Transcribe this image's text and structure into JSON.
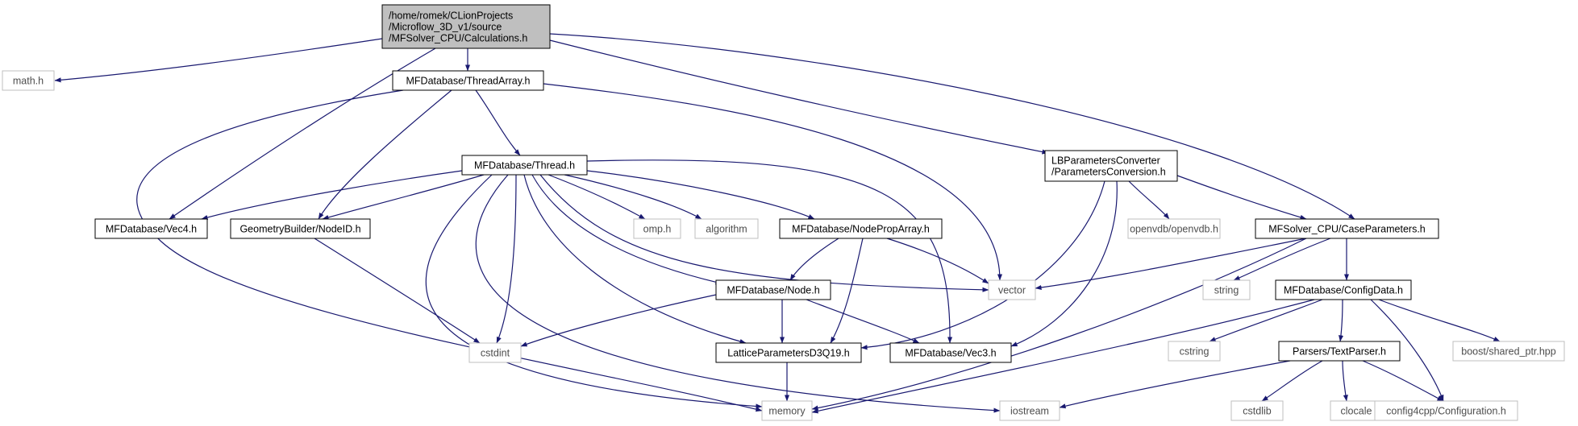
{
  "nodes": [
    {
      "id": "calc",
      "kind": "main",
      "lines": [
        "/home/romek/CLionProjects",
        "/Microflow_3D_v1/source",
        "/MFSolver_CPU/Calculations.h"
      ]
    },
    {
      "id": "math",
      "kind": "ext",
      "lines": [
        "math.h"
      ]
    },
    {
      "id": "threadarray",
      "kind": "local",
      "lines": [
        "MFDatabase/ThreadArray.h"
      ]
    },
    {
      "id": "lbparams",
      "kind": "local",
      "lines": [
        "LBParametersConverter",
        "/ParametersConversion.h"
      ]
    },
    {
      "id": "thread",
      "kind": "local",
      "lines": [
        "MFDatabase/Thread.h"
      ]
    },
    {
      "id": "vec4",
      "kind": "local",
      "lines": [
        "MFDatabase/Vec4.h"
      ]
    },
    {
      "id": "nodeid",
      "kind": "local",
      "lines": [
        "GeometryBuilder/NodeID.h"
      ]
    },
    {
      "id": "omp",
      "kind": "ext",
      "lines": [
        "omp.h"
      ]
    },
    {
      "id": "algorithm",
      "kind": "ext",
      "lines": [
        "algorithm"
      ]
    },
    {
      "id": "nodeproparray",
      "kind": "local",
      "lines": [
        "MFDatabase/NodePropArray.h"
      ]
    },
    {
      "id": "openvdb",
      "kind": "ext",
      "lines": [
        "openvdb/openvdb.h"
      ]
    },
    {
      "id": "caseparams",
      "kind": "local",
      "lines": [
        "MFSolver_CPU/CaseParameters.h"
      ]
    },
    {
      "id": "vector",
      "kind": "ext",
      "lines": [
        "vector"
      ]
    },
    {
      "id": "string",
      "kind": "ext",
      "lines": [
        "string"
      ]
    },
    {
      "id": "mfnode",
      "kind": "local",
      "lines": [
        "MFDatabase/Node.h"
      ]
    },
    {
      "id": "configdata",
      "kind": "local",
      "lines": [
        "MFDatabase/ConfigData.h"
      ]
    },
    {
      "id": "sharedptr",
      "kind": "ext",
      "lines": [
        "boost/shared_ptr.hpp"
      ]
    },
    {
      "id": "cstdint",
      "kind": "ext",
      "lines": [
        "cstdint"
      ]
    },
    {
      "id": "lattice",
      "kind": "local",
      "lines": [
        "LatticeParametersD3Q19.h"
      ]
    },
    {
      "id": "vec3",
      "kind": "local",
      "lines": [
        "MFDatabase/Vec3.h"
      ]
    },
    {
      "id": "cstring",
      "kind": "ext",
      "lines": [
        "cstring"
      ]
    },
    {
      "id": "textparser",
      "kind": "local",
      "lines": [
        "Parsers/TextParser.h"
      ]
    },
    {
      "id": "memory",
      "kind": "ext",
      "lines": [
        "memory"
      ]
    },
    {
      "id": "iostream",
      "kind": "ext",
      "lines": [
        "iostream"
      ]
    },
    {
      "id": "cstdlib",
      "kind": "ext",
      "lines": [
        "cstdlib"
      ]
    },
    {
      "id": "clocale",
      "kind": "ext",
      "lines": [
        "clocale"
      ]
    },
    {
      "id": "config4cpp",
      "kind": "ext",
      "lines": [
        "config4cpp/Configuration.h"
      ]
    }
  ],
  "edges": [
    [
      "calc",
      "math"
    ],
    [
      "calc",
      "threadarray"
    ],
    [
      "calc",
      "vec4"
    ],
    [
      "calc",
      "lbparams"
    ],
    [
      "calc",
      "caseparams"
    ],
    [
      "threadarray",
      "thread"
    ],
    [
      "threadarray",
      "nodeid"
    ],
    [
      "threadarray",
      "memory"
    ],
    [
      "threadarray",
      "vector"
    ],
    [
      "thread",
      "vec4"
    ],
    [
      "thread",
      "nodeid"
    ],
    [
      "thread",
      "omp"
    ],
    [
      "thread",
      "algorithm"
    ],
    [
      "thread",
      "nodeproparray"
    ],
    [
      "thread",
      "vector"
    ],
    [
      "thread",
      "mfnode"
    ],
    [
      "thread",
      "lattice"
    ],
    [
      "thread",
      "vec3"
    ],
    [
      "thread",
      "cstdint"
    ],
    [
      "thread",
      "memory"
    ],
    [
      "thread",
      "iostream"
    ],
    [
      "nodeid",
      "cstdint"
    ],
    [
      "nodeproparray",
      "mfnode"
    ],
    [
      "nodeproparray",
      "lattice"
    ],
    [
      "nodeproparray",
      "vector"
    ],
    [
      "mfnode",
      "cstdint"
    ],
    [
      "mfnode",
      "lattice"
    ],
    [
      "mfnode",
      "vec3"
    ],
    [
      "lattice",
      "memory"
    ],
    [
      "lbparams",
      "openvdb"
    ],
    [
      "lbparams",
      "caseparams"
    ],
    [
      "lbparams",
      "lattice"
    ],
    [
      "lbparams",
      "vec3"
    ],
    [
      "caseparams",
      "vector"
    ],
    [
      "caseparams",
      "string"
    ],
    [
      "caseparams",
      "configdata"
    ],
    [
      "caseparams",
      "memory"
    ],
    [
      "configdata",
      "cstring"
    ],
    [
      "configdata",
      "textparser"
    ],
    [
      "configdata",
      "sharedptr"
    ],
    [
      "configdata",
      "config4cpp"
    ],
    [
      "configdata",
      "memory"
    ],
    [
      "textparser",
      "cstdlib"
    ],
    [
      "textparser",
      "clocale"
    ],
    [
      "textparser",
      "config4cpp"
    ],
    [
      "textparser",
      "iostream"
    ]
  ]
}
